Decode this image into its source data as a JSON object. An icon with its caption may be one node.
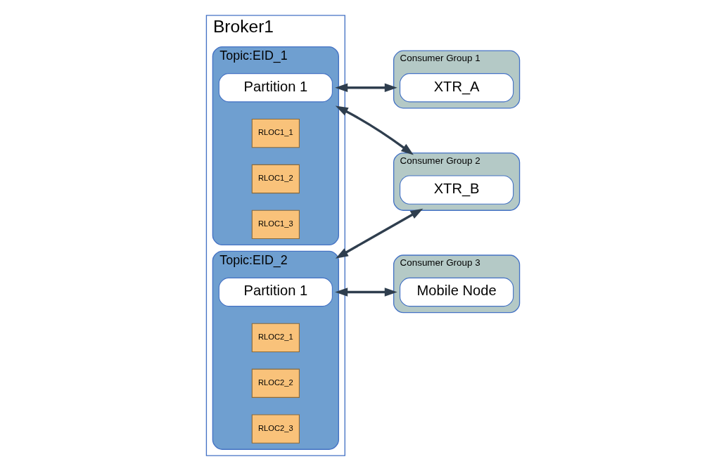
{
  "diagram": {
    "nodes": [
      {
        "text": [
          "Broker1"
        ]
      },
      {
        "text": [
          "Topic:EID_1"
        ],
        "in": 0
      },
      {
        "text": [
          "Partition 1"
        ],
        "in": 1
      },
      {
        "text": [
          "RLOC1_1"
        ],
        "in": 1
      },
      {
        "text": [
          "RLOC1_2"
        ],
        "in": 1
      },
      {
        "text": [
          "RLOC1_3"
        ],
        "in": 1
      },
      {
        "text": [
          "Topic:EID_2"
        ],
        "in": 0
      },
      {
        "text": [
          "Partition 1"
        ],
        "in": 6
      },
      {
        "text": [
          "RLOC2_1"
        ],
        "in": 6
      },
      {
        "text": [
          "RLOC2_2"
        ],
        "in": 6
      },
      {
        "text": [
          "RLOC2_3"
        ],
        "in": 6
      },
      {
        "text": [
          "Consumer Group 1"
        ]
      },
      {
        "text": [
          "XTR_A"
        ],
        "in": 11
      },
      {
        "text": [
          "Consumer Group 2"
        ]
      },
      {
        "text": [
          "XTR_B"
        ],
        "in": 13
      },
      {
        "text": [
          "Consumer Group 3"
        ]
      },
      {
        "text": [
          "Mobile Node"
        ],
        "in": 15
      }
    ],
    "edges": [
      {
        "from": 1,
        "to": 11,
        "arrow": "both"
      },
      {
        "from": 1,
        "to": 13,
        "arrow": "both"
      },
      {
        "from": 6,
        "to": 13,
        "arrow": "both"
      },
      {
        "from": 6,
        "to": 15,
        "arrow": "both"
      }
    ]
  }
}
